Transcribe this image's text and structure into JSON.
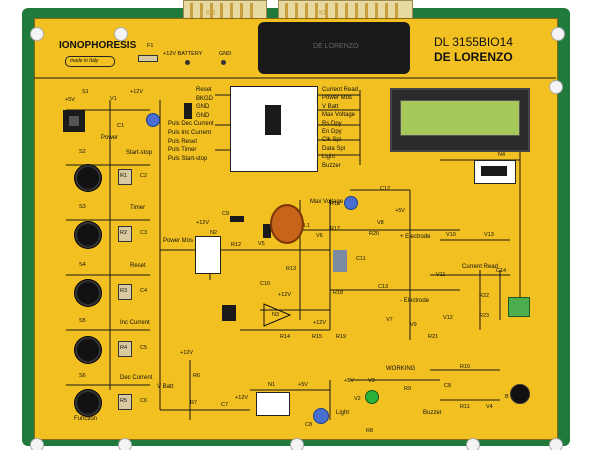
{
  "board": {
    "title": "IONOPHORESIS",
    "made_in": "made in Italy",
    "model": "DL 3155BIO14",
    "brand": "DE LORENZO",
    "connector_label": "DE LORENZO",
    "edge_label_left": "KB",
    "edge_label_right": "KB"
  },
  "header": {
    "f1": "F1",
    "battery": "+12V BATTERY",
    "gnd": "GND"
  },
  "mcu_left": [
    "Reset",
    "BKGD",
    "GND",
    "GND",
    "Puls Dec Current",
    "Puls Inc Current",
    "Puls Reset",
    "Puls Timer",
    "Puls Start-stop"
  ],
  "mcu_right": [
    "Current Read",
    "Power Mos",
    "V Batt",
    "Max Voltage",
    "Rs Dpy",
    "En Dpy",
    "Clk Spi",
    "Data Spi",
    "Light",
    "Buzzer"
  ],
  "buttons": {
    "s1": "S1",
    "power": "Power",
    "s2": "S2",
    "start_stop": "Start-stop",
    "s3": "S3",
    "timer": "Timer",
    "s4": "S4",
    "reset": "Reset",
    "s5": "S5",
    "inc_current": "Inc Current",
    "s6": "S6",
    "dec_current": "Dec Current",
    "function": "Function"
  },
  "labels": {
    "plus5v": "+5V",
    "plus12v": "+12V",
    "v1": "V1",
    "c1": "C1",
    "r1": "R1",
    "c2": "C2",
    "r2": "R2",
    "c3": "C3",
    "r3": "R3",
    "c4": "C4",
    "r4": "R4",
    "c5": "C5",
    "r5": "R5",
    "c6": "C6",
    "n2": "N2",
    "power_mos": "Power Mos",
    "r12": "R12",
    "v5": "V5",
    "c9": "C9",
    "r13": "R13",
    "l1": "L1",
    "max_voltage": "Max Voltage",
    "r16": "R16",
    "r17": "R17",
    "v6": "V6",
    "v8": "V8",
    "c12": "C12",
    "r20": "R20",
    "c11": "C11",
    "plus_electrode": "+ Electrode",
    "v10": "V10",
    "v13": "V13",
    "n4": "N4",
    "v11": "V11",
    "current_read": "Current Read",
    "c14": "C14",
    "r22": "R22",
    "r23": "R23",
    "r18": "R18",
    "r19": "R19",
    "c13": "C13",
    "v7": "V7",
    "v9": "V9",
    "minus_electrode": "- Electrode",
    "v12": "V12",
    "r21": "R21",
    "c10": "C10",
    "n3": "N3",
    "r14": "R14",
    "r15": "R15",
    "r6": "R6",
    "v_batt": "V Batt",
    "r7": "R7",
    "c7": "C7",
    "n1": "N1",
    "c8": "C8",
    "working": "WORKING",
    "v2": "V2",
    "r8": "R8",
    "r9": "R9",
    "v3": "V3",
    "light": "Light",
    "r10": "R10",
    "r11": "R11",
    "buzzer": "Buzzer",
    "v4": "V4",
    "r_small": "R",
    "b": "B"
  },
  "colors": {
    "board": "#f2c020",
    "pcb": "#1f7a3c",
    "lcd": "#a6c85a",
    "potentiometer": "#4a6ed0",
    "terminal": "#4cae4c",
    "led": "#2bb33a"
  }
}
